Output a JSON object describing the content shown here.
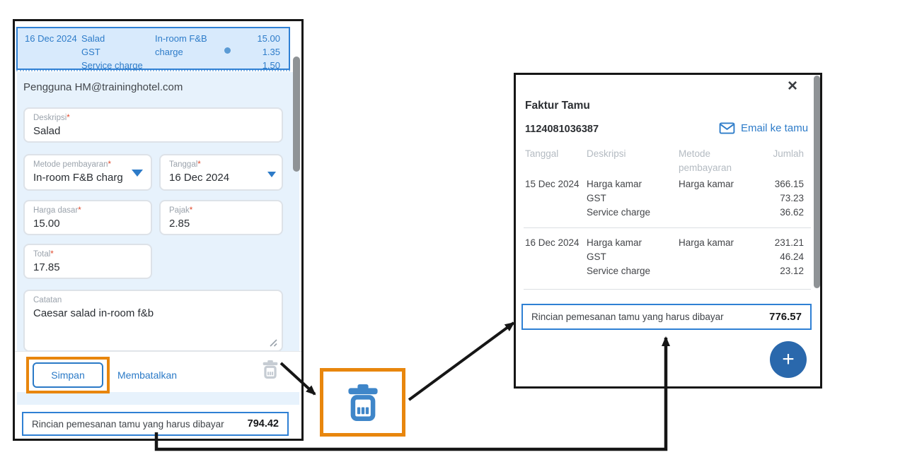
{
  "required_marker": "*",
  "colors": {
    "accent_blue": "#2b7ac7",
    "selection_border_blue": "#2f80d4",
    "selection_bg_blue": "#d8eafc",
    "highlight_orange": "#e8860d",
    "fab_blue": "#2a68ac",
    "trash_icon_blue": "#3f86c9"
  },
  "left_panel": {
    "charge_row": {
      "date": "16 Dec 2024",
      "items": [
        "Salad",
        "GST",
        "Service charge"
      ],
      "method_lines": [
        "In-room F&B",
        "charge"
      ],
      "amounts": [
        "15.00",
        "1.35",
        "1.50"
      ]
    },
    "user_line": "Pengguna HM@traininghotel.com",
    "fields": {
      "deskripsi": {
        "label": "Deskripsi",
        "value": "Salad"
      },
      "metode": {
        "label": "Metode pembayaran",
        "value": "In-room F&B charg"
      },
      "tanggal": {
        "label": "Tanggal",
        "value": "16 Dec 2024"
      },
      "harga_dasar": {
        "label": "Harga dasar",
        "value": "15.00"
      },
      "pajak": {
        "label": "Pajak",
        "value": "2.85"
      },
      "total": {
        "label": "Total",
        "value": "17.85"
      },
      "catatan": {
        "label": "Catatan",
        "value": "Caesar salad in-room f&b"
      }
    },
    "actions": {
      "save": "Simpan",
      "cancel": "Membatalkan"
    },
    "total_bar": {
      "label": "Rincian pemesanan tamu yang harus dibayar",
      "amount": "794.42"
    }
  },
  "invoice_panel": {
    "close_glyph": "×",
    "title": "Faktur Tamu",
    "invoice_number": "1124081036387",
    "email_link": "Email ke tamu",
    "columns": [
      "Tanggal",
      "Deskripsi",
      "Metode pembayaran",
      "Jumlah"
    ],
    "rows": [
      {
        "date": "15 Dec 2024",
        "items": [
          "Harga kamar",
          "GST",
          "Service charge"
        ],
        "method": "Harga kamar",
        "amounts": [
          "366.15",
          "73.23",
          "36.62"
        ]
      },
      {
        "date": "16 Dec 2024",
        "items": [
          "Harga kamar",
          "GST",
          "Service charge"
        ],
        "method": "Harga kamar",
        "amounts": [
          "231.21",
          "46.24",
          "23.12"
        ]
      }
    ],
    "total_bar": {
      "label": "Rincian pemesanan tamu yang harus dibayar",
      "amount": "776.57"
    },
    "add_glyph": "+"
  }
}
